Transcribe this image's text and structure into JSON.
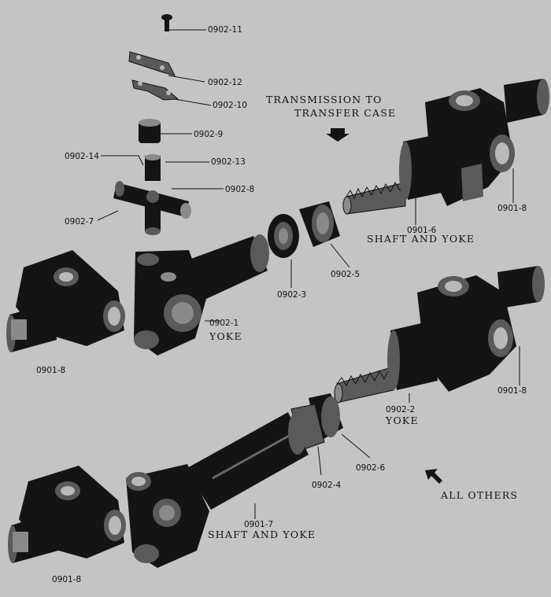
{
  "labels": {
    "p0902_11": "0902-11",
    "p0902_12": "0902-12",
    "p0902_10": "0902-10",
    "p0902_9": "0902-9",
    "p0902_14": "0902-14",
    "p0902_13": "0902-13",
    "p0902_8": "0902-8",
    "p0902_7": "0902-7",
    "p0902_3": "0902-3",
    "p0902_5": "0902-5",
    "p0902_1": "0902-1",
    "p0902_1_name": "YOKE",
    "p0901_8_left_top": "0901-8",
    "p0902_6_top": "0901-6",
    "p0902_6_top_name": "SHAFT AND YOKE",
    "p0901_8_right_top": "0901-8",
    "p0902_2": "0902-2",
    "p0902_2_name": "YOKE",
    "p0901_8_right_bottom": "0901-8",
    "p0902_6": "0902-6",
    "p0902_4": "0902-4",
    "p0901_7": "0901-7",
    "p0901_7_name": "SHAFT AND YOKE",
    "p0901_8_left_bottom": "0901-8"
  },
  "captions": {
    "top_line1": "TRANSMISSION TO",
    "top_line2": "TRANSFER CASE",
    "bottom": "ALL OTHERS"
  },
  "colors": {
    "background": "#c4c4c4",
    "ink": "#141414"
  }
}
